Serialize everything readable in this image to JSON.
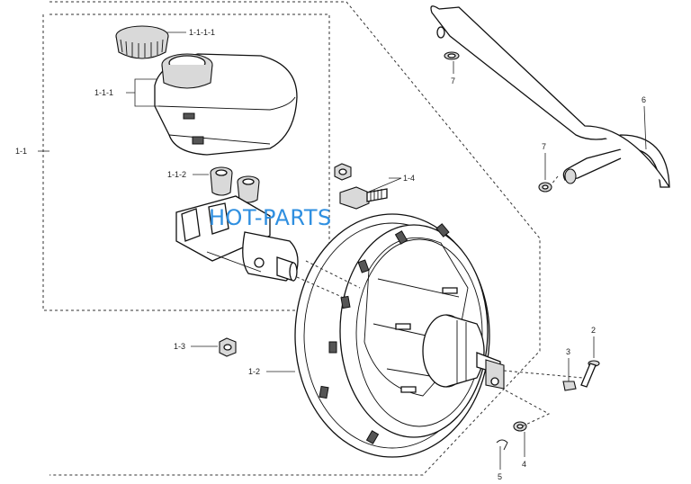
{
  "watermark": "HOT-PARTS",
  "callouts": {
    "c_1_1_1_1": "1-1-1-1",
    "c_1_1_1": "1-1-1",
    "c_1_1": "1-1",
    "c_1_1_2": "1-1-2",
    "c_1_4": "1-4",
    "c_1_3": "1-3",
    "c_1_2": "1-2",
    "c_7_top": "7",
    "c_7_mid": "7",
    "c_6": "6",
    "c_2": "2",
    "c_3": "3",
    "c_4": "4",
    "c_5": "5"
  }
}
